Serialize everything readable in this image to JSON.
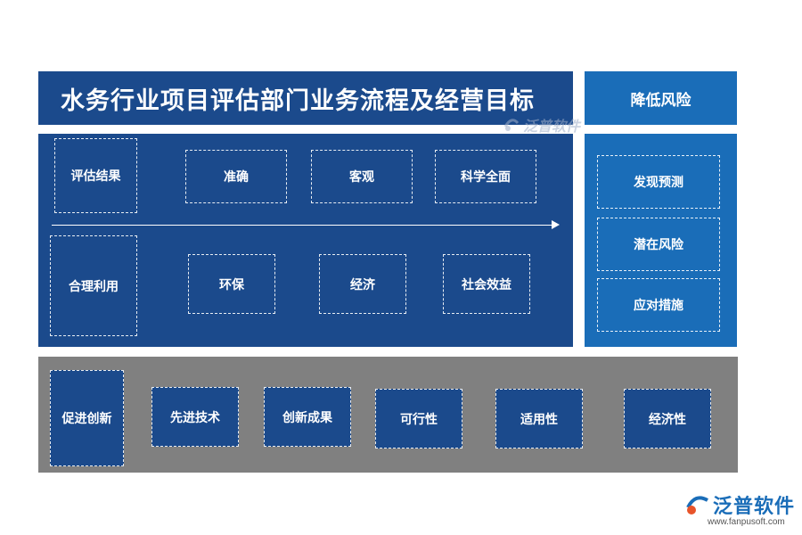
{
  "title": "水务行业项目评估部门业务流程及经营目标",
  "risk": {
    "header": "降低风险",
    "items": [
      "发现预测",
      "潜在风险",
      "应对措施"
    ]
  },
  "main": {
    "row1": {
      "label": "评估结果",
      "items": [
        "准确",
        "客观",
        "科学全面"
      ]
    },
    "row2": {
      "label": "合理利用",
      "items": [
        "环保",
        "经济",
        "社会效益"
      ]
    }
  },
  "bottom": {
    "label": "促进创新",
    "items": [
      "先进技术",
      "创新成果",
      "可行性",
      "适用性",
      "经济性"
    ]
  },
  "watermark": "泛普软件",
  "logo": {
    "name": "泛普软件",
    "url": "www.fanpusoft.com"
  },
  "colors": {
    "dark_blue": "#1b4a8c",
    "mid_blue": "#1a6db8",
    "gray": "#808080"
  }
}
